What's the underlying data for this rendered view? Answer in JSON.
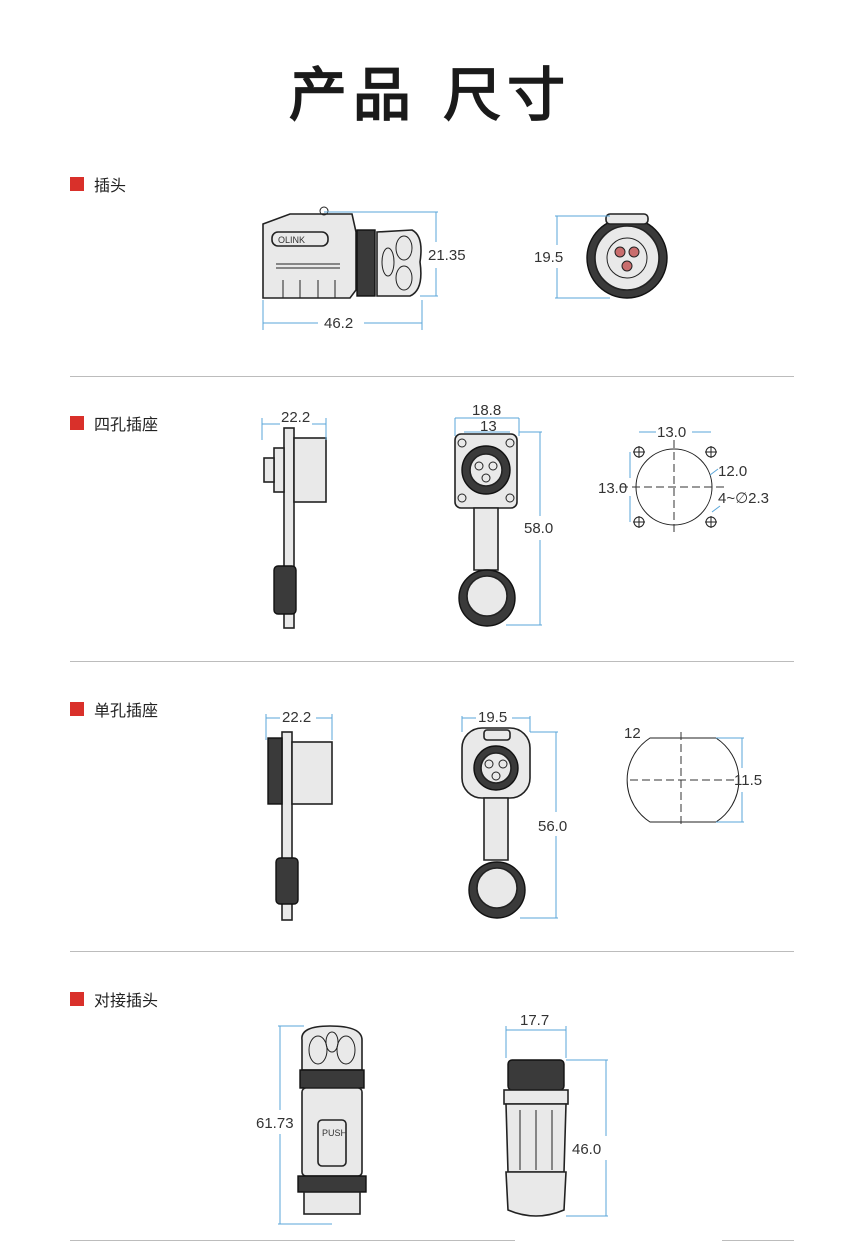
{
  "title": "产品 尺寸",
  "sections": [
    {
      "label": "插头"
    },
    {
      "label": "四孔插座"
    },
    {
      "label": "单孔插座"
    },
    {
      "label": "对接插头"
    }
  ],
  "plug": {
    "height": "21.35",
    "length": "46.2",
    "face_dia": "19.5"
  },
  "socket4": {
    "depth": "22.2",
    "flange": "18.8",
    "inner": "13",
    "total": "58.0",
    "cut_w": "13.0",
    "cut_h": "13.0",
    "hole_dia": "12.0",
    "screw": "4~∅2.3"
  },
  "socket1": {
    "depth": "22.2",
    "flange": "19.5",
    "total": "56.0",
    "cut_d": "12",
    "cut_flat": "11.5"
  },
  "mating": {
    "length": "61.73",
    "width": "17.7",
    "height": "46.0",
    "label": "PUSH"
  }
}
